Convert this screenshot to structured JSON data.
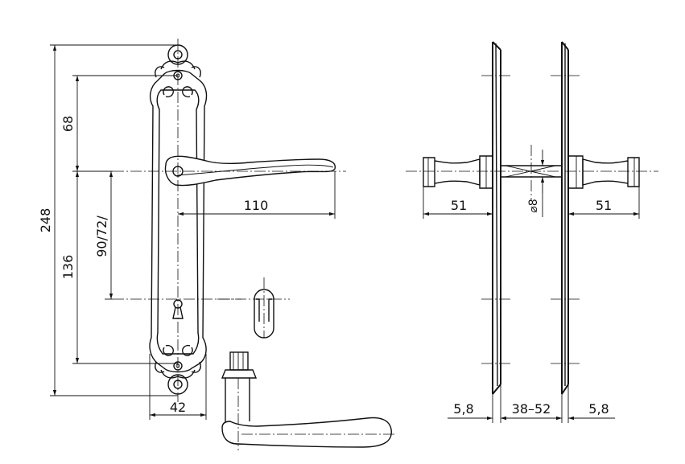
{
  "dimensions": {
    "overall_height": "248",
    "top_to_lever": "68",
    "lever_to_bottom": "136",
    "lever_to_keyhole": "90/72/",
    "lever_length": "110",
    "plate_width": "42",
    "knob_projection_left": "51",
    "knob_projection_right": "51",
    "spindle": "⌀8",
    "plate_thickness_left": "5,8",
    "door_thickness": "38–52",
    "plate_thickness_right": "5,8"
  }
}
